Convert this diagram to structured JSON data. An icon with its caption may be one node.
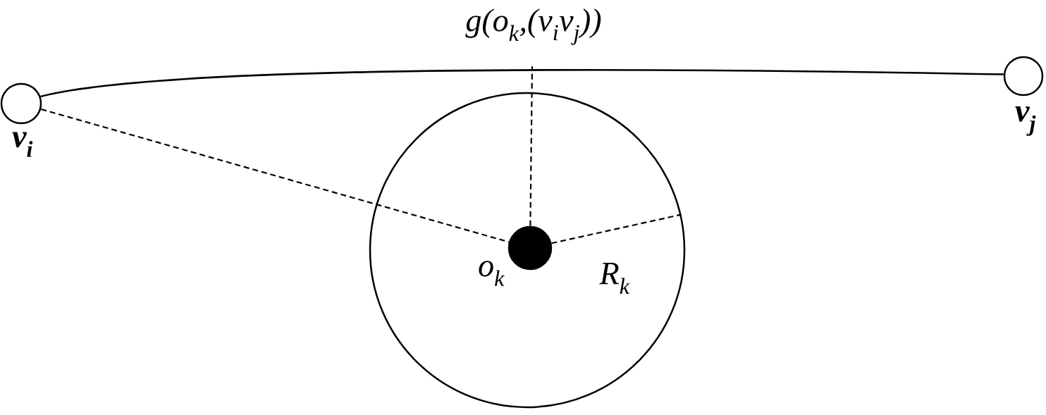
{
  "diagram": {
    "nodes": [
      {
        "text": [],
        "shape": "circle",
        "beside": [
          "v$_{i}$"
        ]
      },
      {
        "text": [],
        "shape": "circle",
        "beside": [
          "v$_{j}$"
        ]
      },
      {
        "text": [],
        "shape": "circle"
      },
      {
        "text": [],
        "shape": "circle",
        "beside": [
          "o$_{k}$"
        ],
        "in": 2
      }
    ],
    "edges": [
      {
        "from": 0,
        "to": 1,
        "arrow": "none"
      },
      {
        "from": 0,
        "to": 3,
        "arrow": "none",
        "style": "dashed"
      },
      {
        "from": 3,
        "to": null,
        "arrow": "none",
        "style": "dashed"
      },
      {
        "from": 3,
        "to": 2,
        "arrow": "none",
        "style": "dashed",
        "label": "R$_{k}$"
      }
    ],
    "labels": [
      "g(o$_{k}$,(v$_{i}$v$_{j}$))"
    ]
  }
}
